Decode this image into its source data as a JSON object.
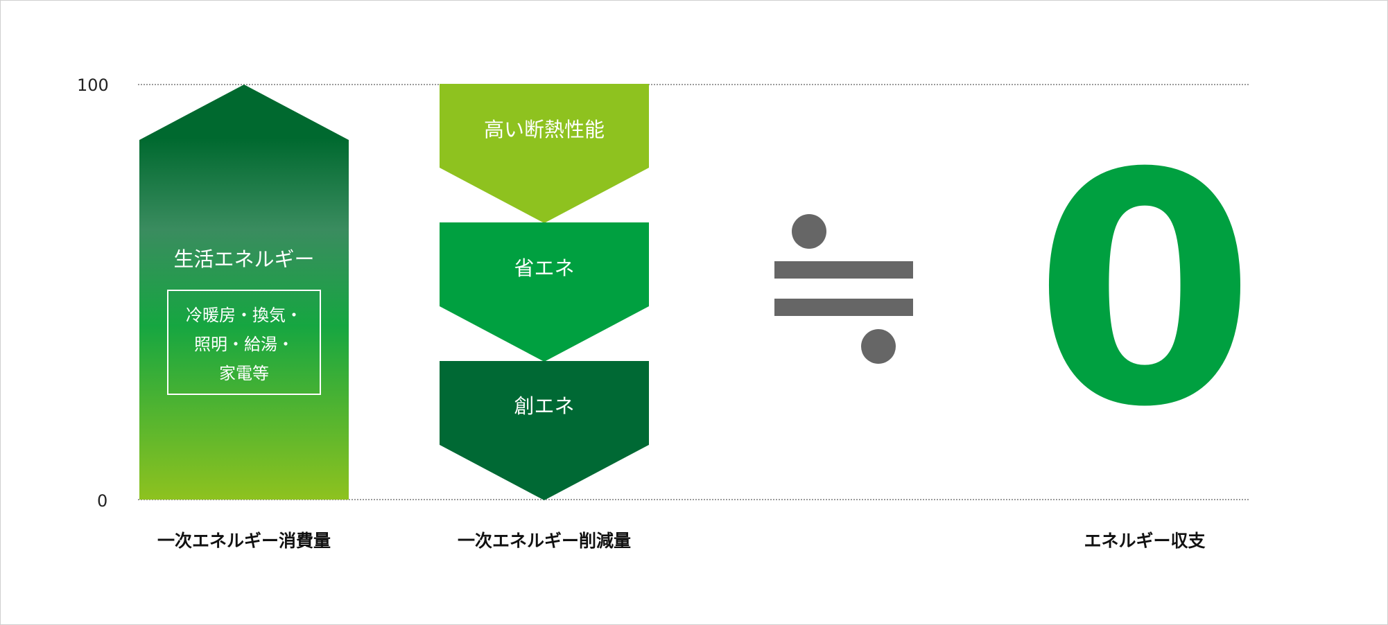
{
  "axis": {
    "top": "100",
    "bottom": "0"
  },
  "consumption": {
    "label": "生活エネルギー",
    "detail_lines": [
      "冷暖房・換気・",
      "照明・給湯・",
      "家電等"
    ],
    "caption": "一次エネルギー消費量",
    "gradient": [
      "#00692f",
      "#3a8c5f",
      "#16a641",
      "#8ec21f"
    ]
  },
  "reduction": {
    "items": [
      {
        "label": "高い断熱性能",
        "color": "#8ec21f"
      },
      {
        "label": "省エネ",
        "color": "#00a040"
      },
      {
        "label": "創エネ",
        "color": "#006934"
      }
    ],
    "caption": "一次エネルギー削減量"
  },
  "approx_symbol": {
    "color": "#666666"
  },
  "balance": {
    "value": "0",
    "color": "#00a040",
    "caption": "エネルギー収支"
  }
}
